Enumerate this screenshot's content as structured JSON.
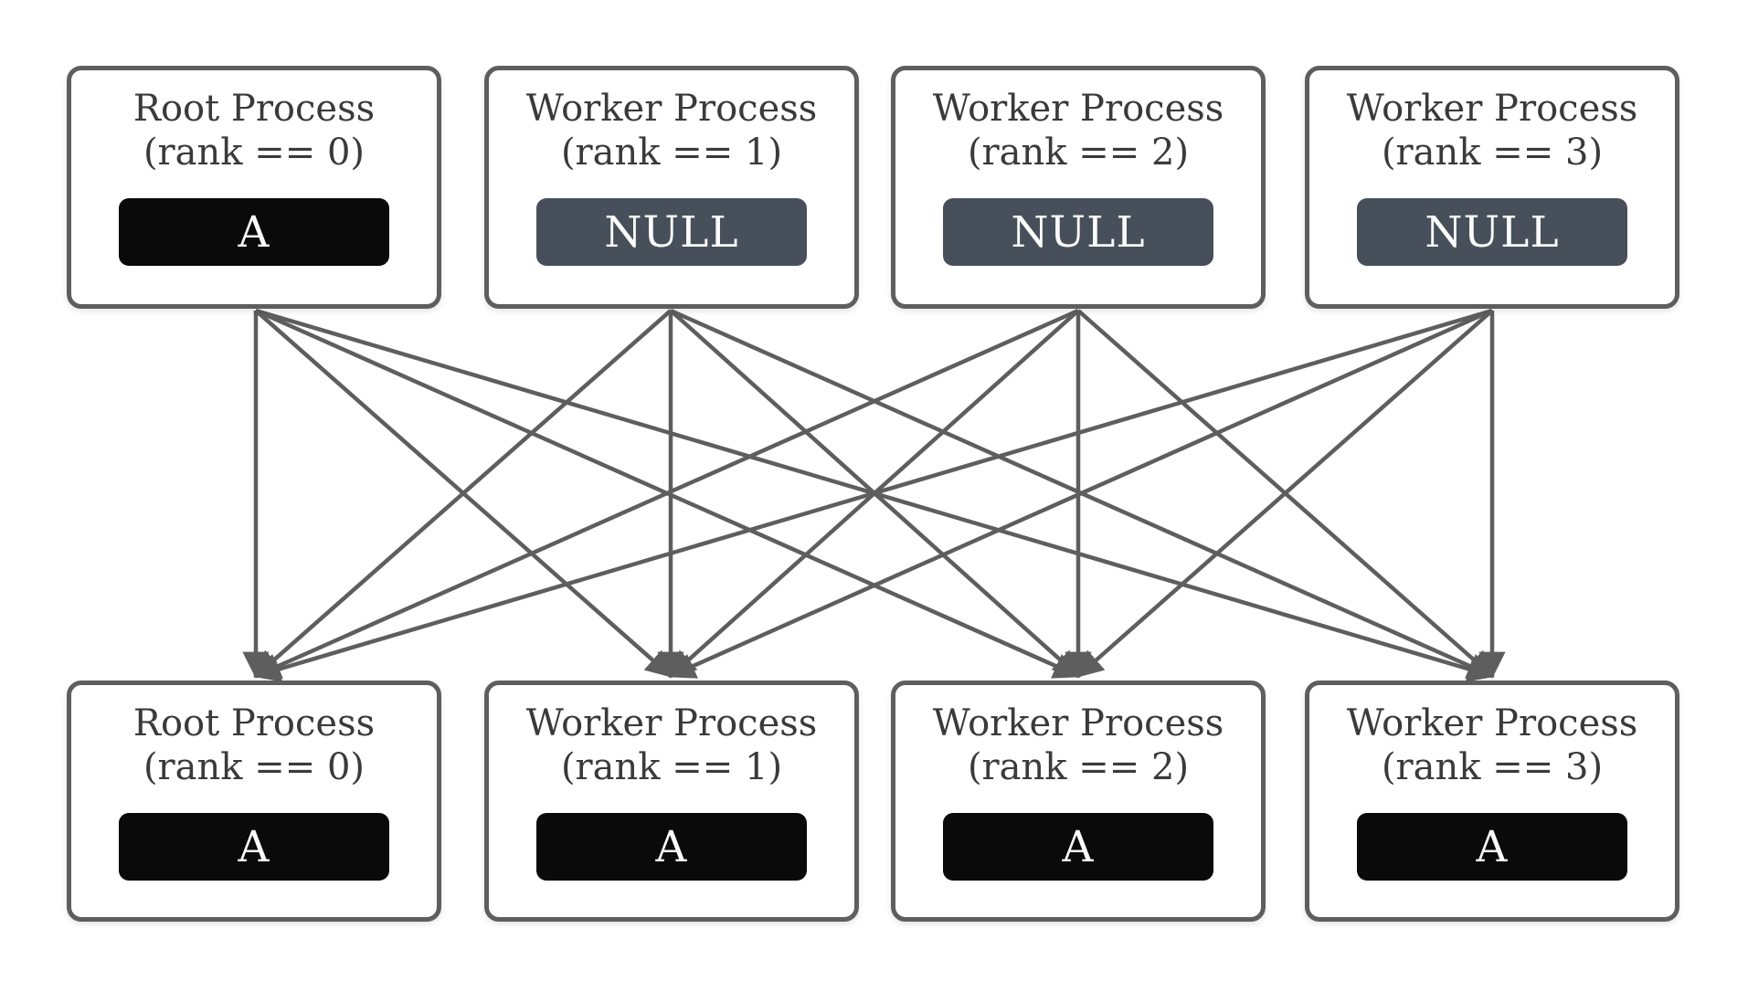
{
  "diagram": {
    "top_row": [
      {
        "name": "Root Process",
        "rank_label": "(rank == 0)",
        "value": "A",
        "value_style": "data"
      },
      {
        "name": "Worker Process",
        "rank_label": "(rank == 1)",
        "value": "NULL",
        "value_style": "null"
      },
      {
        "name": "Worker Process",
        "rank_label": "(rank == 2)",
        "value": "NULL",
        "value_style": "null"
      },
      {
        "name": "Worker Process",
        "rank_label": "(rank == 3)",
        "value": "NULL",
        "value_style": "null"
      }
    ],
    "bottom_row": [
      {
        "name": "Root Process",
        "rank_label": "(rank == 0)",
        "value": "A",
        "value_style": "data"
      },
      {
        "name": "Worker Process",
        "rank_label": "(rank == 1)",
        "value": "A",
        "value_style": "data"
      },
      {
        "name": "Worker Process",
        "rank_label": "(rank == 2)",
        "value": "A",
        "value_style": "data"
      },
      {
        "name": "Worker Process",
        "rank_label": "(rank == 3)",
        "value": "A",
        "value_style": "data"
      }
    ],
    "edges": [
      [
        0,
        0
      ],
      [
        0,
        1
      ],
      [
        0,
        2
      ],
      [
        0,
        3
      ],
      [
        1,
        0
      ],
      [
        1,
        1
      ],
      [
        1,
        2
      ],
      [
        1,
        3
      ],
      [
        2,
        0
      ],
      [
        2,
        1
      ],
      [
        2,
        2
      ],
      [
        2,
        3
      ],
      [
        3,
        0
      ],
      [
        3,
        1
      ],
      [
        3,
        2
      ],
      [
        3,
        3
      ]
    ],
    "colors": {
      "box_border": "#5e5e5e",
      "title_text": "#3a3a3a",
      "data_pill_bg": "#0a0a0a",
      "null_pill_bg": "#47505a",
      "pill_text": "#fafafa",
      "arrow": "#5e5e5e",
      "background": "#ffffff"
    }
  }
}
